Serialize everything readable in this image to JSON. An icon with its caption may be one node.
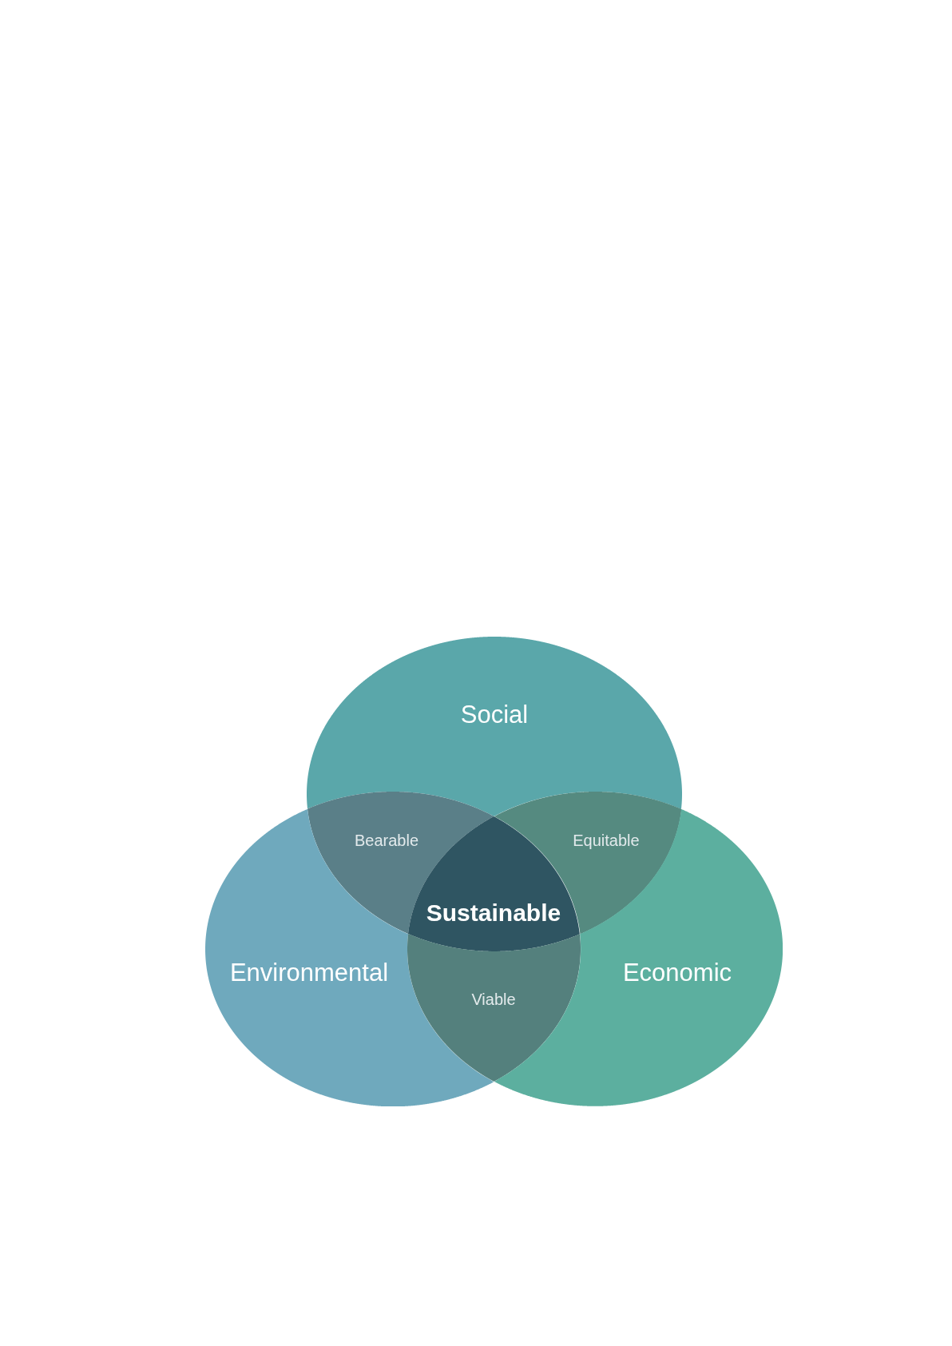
{
  "diagram": {
    "nodes": [
      {
        "text": [
          "Social"
        ]
      },
      {
        "text": [
          "Bearable"
        ]
      },
      {
        "text": [
          "Equitable"
        ]
      },
      {
        "text": [
          "Sustainable"
        ]
      },
      {
        "text": [
          "Environmental"
        ]
      },
      {
        "text": [
          "Viable"
        ]
      },
      {
        "text": [
          "Economic"
        ]
      }
    ]
  }
}
